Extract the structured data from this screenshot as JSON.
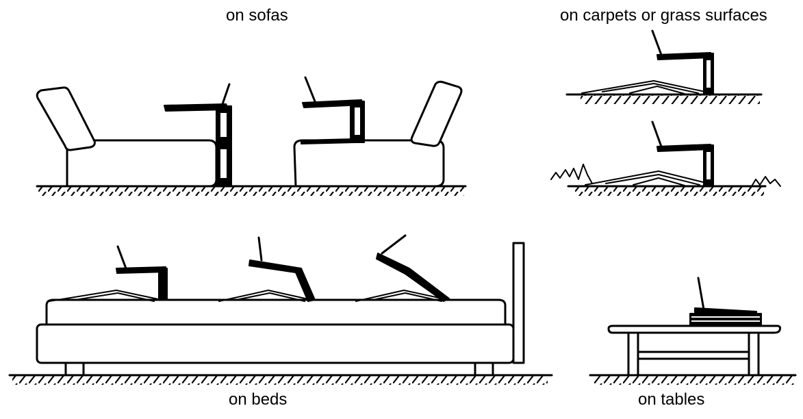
{
  "captions": {
    "sofas": "on sofas",
    "carpets": "on carpets or grass surfaces",
    "beds": "on beds",
    "tables": "on tables"
  },
  "colors": {
    "ink": "#000000",
    "background": "#ffffff"
  }
}
